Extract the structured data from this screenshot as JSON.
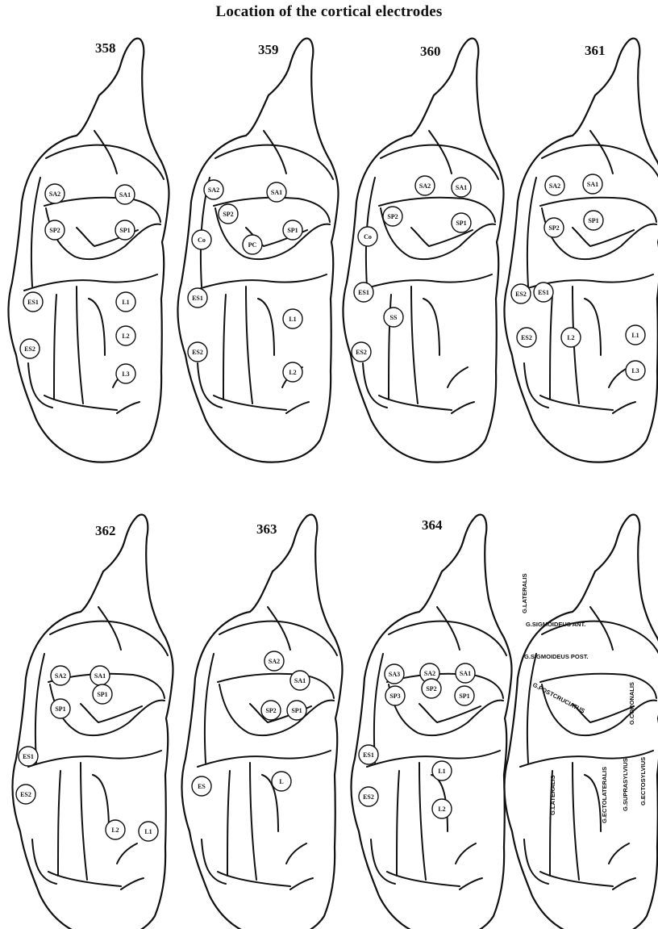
{
  "title": "Location of the cortical electrodes",
  "panels": [
    {
      "number": "358",
      "electrodes": [
        "SA2",
        "SA1",
        "SP2",
        "SP1",
        "ES1",
        "ES2",
        "L1",
        "L2",
        "L3"
      ]
    },
    {
      "number": "359",
      "electrodes": [
        "SA2",
        "SA1",
        "SP2",
        "SP1",
        "PC",
        "Co",
        "ES1",
        "ES2",
        "L1",
        "L2"
      ]
    },
    {
      "number": "360",
      "electrodes": [
        "SA2",
        "SA1",
        "SP2",
        "SP1",
        "Co",
        "ES1",
        "SS",
        "ES2"
      ]
    },
    {
      "number": "361",
      "electrodes": [
        "SA2",
        "SA1",
        "SP1",
        "SP2",
        "ES2",
        "ES1",
        "ES2",
        "L2",
        "L1",
        "L3"
      ]
    },
    {
      "number": "362",
      "electrodes": [
        "SA2",
        "SA1",
        "SP1",
        "SP1",
        "ES1",
        "ES2",
        "L2",
        "L1"
      ]
    },
    {
      "number": "363",
      "electrodes": [
        "SA2",
        "SA1",
        "SP2",
        "SP1",
        "ES",
        "L"
      ]
    },
    {
      "number": "364",
      "electrodes": [
        "SA3",
        "SA2",
        "SA1",
        "SP3",
        "SP2",
        "SP1",
        "ES1",
        "ES2",
        "L1",
        "L2"
      ]
    }
  ],
  "reference_labels": [
    "G.LATERALIS",
    "G.SIGMOIDEUS ANT.",
    "G.SIGMOIDEUS POST.",
    "G.CORONALIS",
    "G.POSTCRUCIATUS",
    "G.LATERALIS",
    "G.ECTOLATERALIS",
    "G.SUPRASYLVIUS",
    "G.ECTOSYLVIUS"
  ]
}
